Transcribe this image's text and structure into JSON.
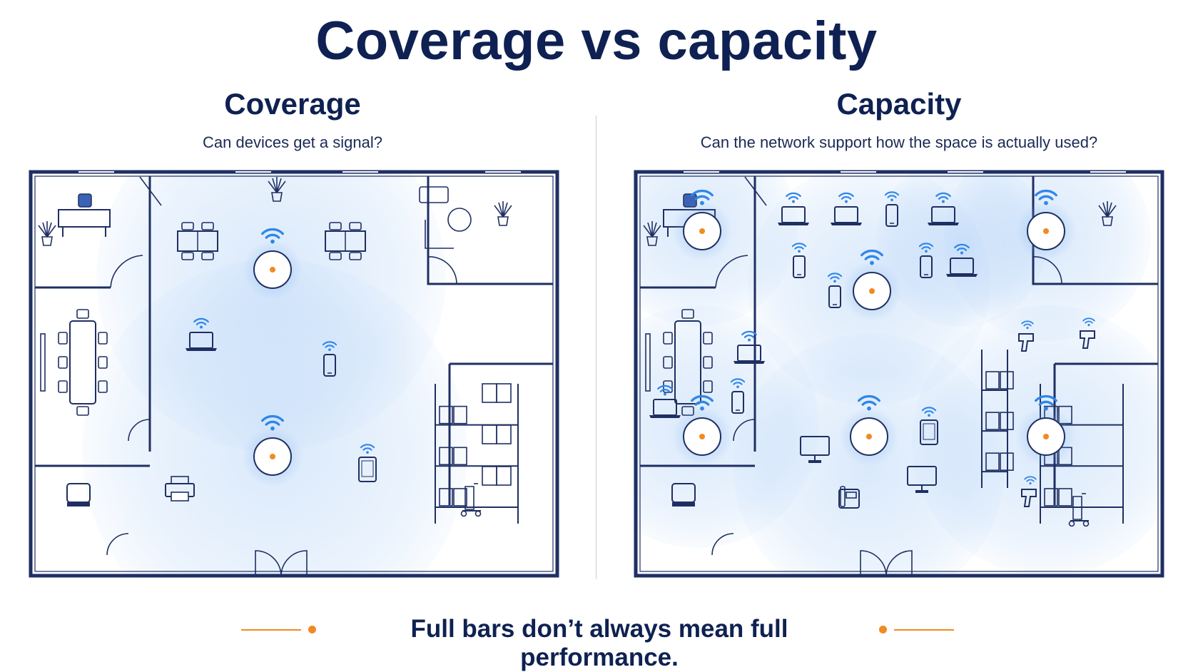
{
  "title": "Coverage vs capacity",
  "panels": {
    "coverage": {
      "title": "Coverage",
      "subtitle": "Can devices get a signal?"
    },
    "capacity": {
      "title": "Capacity",
      "subtitle": "Can the network support how the space is actually used?"
    }
  },
  "footer": {
    "text": "Full bars don’t always mean full performance."
  },
  "colors": {
    "navy": "#0f2152",
    "wall": "#1f2f63",
    "signal_blue": "#2f86e8",
    "coverage_fill": "#9ec6f5",
    "accent_orange": "#f08a24"
  },
  "icons": {
    "access_point": "wifi-access-point-icon",
    "laptop": "laptop-icon",
    "phone": "smartphone-icon",
    "tablet": "tablet-icon",
    "monitor": "desktop-monitor-icon",
    "printer": "printer-icon",
    "scanner": "barcode-scanner-icon",
    "telephone": "desk-phone-icon",
    "plant": "potted-plant-icon",
    "shelf": "warehouse-shelf-icon",
    "cart": "hand-truck-icon"
  },
  "access_point_counts": {
    "coverage": 2,
    "capacity": 6
  }
}
